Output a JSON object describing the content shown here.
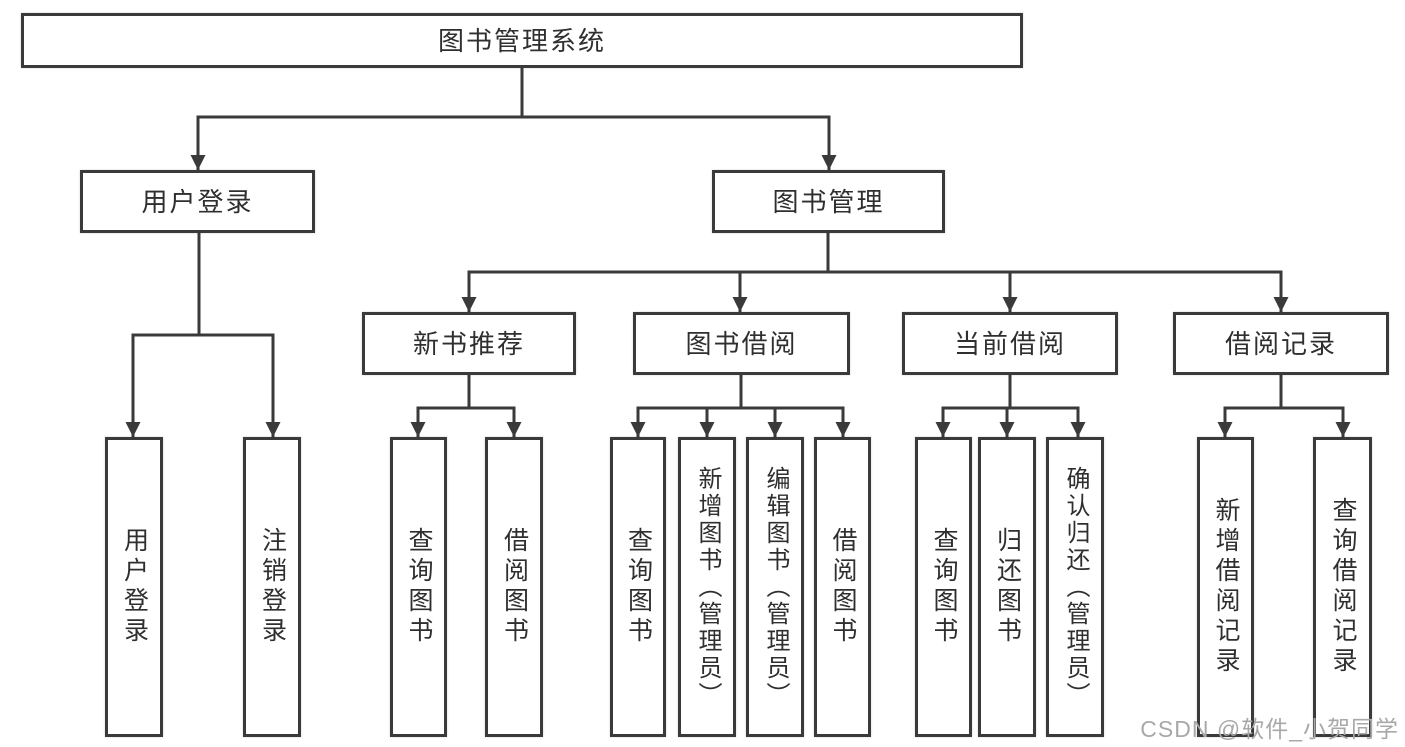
{
  "diagram": {
    "root": "图书管理系统",
    "branches": {
      "user_login": "用户登录",
      "book_management": "图书管理"
    },
    "modules": {
      "new_book": "新书推荐",
      "borrowing": "图书借阅",
      "current": "当前借阅",
      "records": "借阅记录"
    },
    "leaves": {
      "user_login": [
        "用户登录",
        "注销登录"
      ],
      "new_book": [
        "查询图书",
        "借阅图书"
      ],
      "borrowing": [
        "查询图书",
        "新增图书（管理员）",
        "编辑图书（管理员）",
        "借阅图书"
      ],
      "current": [
        "查询图书",
        "归还图书",
        "确认归还（管理员）"
      ],
      "records": [
        "新增借阅记录",
        "查询借阅记录"
      ]
    }
  },
  "watermark": "CSDN @软件_小贺同学",
  "colors": {
    "line": "#3a3a3a",
    "text": "#2f2f2f",
    "watermark": "#a8a8a8",
    "background": "#ffffff"
  }
}
